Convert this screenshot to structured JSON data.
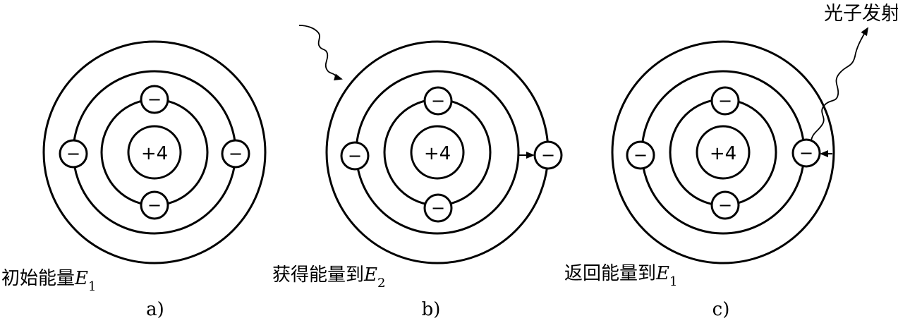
{
  "nucleus_charge": "+4",
  "electron_symbol": "−",
  "panels": [
    {
      "caption_text": "初始能量",
      "caption_var": "E",
      "caption_sub": "1",
      "letter": "a)"
    },
    {
      "caption_text": "获得能量到",
      "caption_var": "E",
      "caption_sub": "2",
      "letter": "b)"
    },
    {
      "caption_text": "返回能量到",
      "caption_var": "E",
      "caption_sub": "1",
      "letter": "c)"
    }
  ],
  "photon_emission_label": "光子发射"
}
